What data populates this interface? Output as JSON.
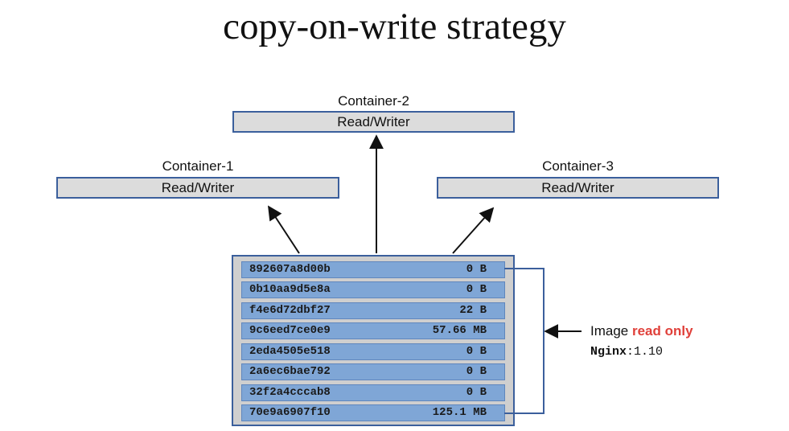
{
  "title": "copy-on-write strategy",
  "containers": [
    {
      "label": "Container-1",
      "box": "Read/Writer"
    },
    {
      "label": "Container-2",
      "box": "Read/Writer"
    },
    {
      "label": "Container-3",
      "box": "Read/Writer"
    }
  ],
  "layers": [
    {
      "id": "892607a8d00b",
      "size": "0 B"
    },
    {
      "id": "0b10aa9d5e8a",
      "size": "0 B"
    },
    {
      "id": "f4e6d72dbf27",
      "size": "22 B"
    },
    {
      "id": "9c6eed7ce0e9",
      "size": "57.66 MB"
    },
    {
      "id": "2eda4505e518",
      "size": "0 B"
    },
    {
      "id": "2a6ec6bae792",
      "size": "0 B"
    },
    {
      "id": "32f2a4cccab8",
      "size": "0 B"
    },
    {
      "id": "70e9a6907f10",
      "size": "125.1 MB"
    }
  ],
  "image": {
    "prefix": "Image ",
    "read_only": "read only",
    "tag_name": "Nginx",
    "tag_version": ":1.10"
  },
  "colors": {
    "box_border": "#3b5f9c",
    "box_fill": "#dcdcdc",
    "layer_fill": "#7fa6d6",
    "read_only_text": "#e0403a"
  }
}
